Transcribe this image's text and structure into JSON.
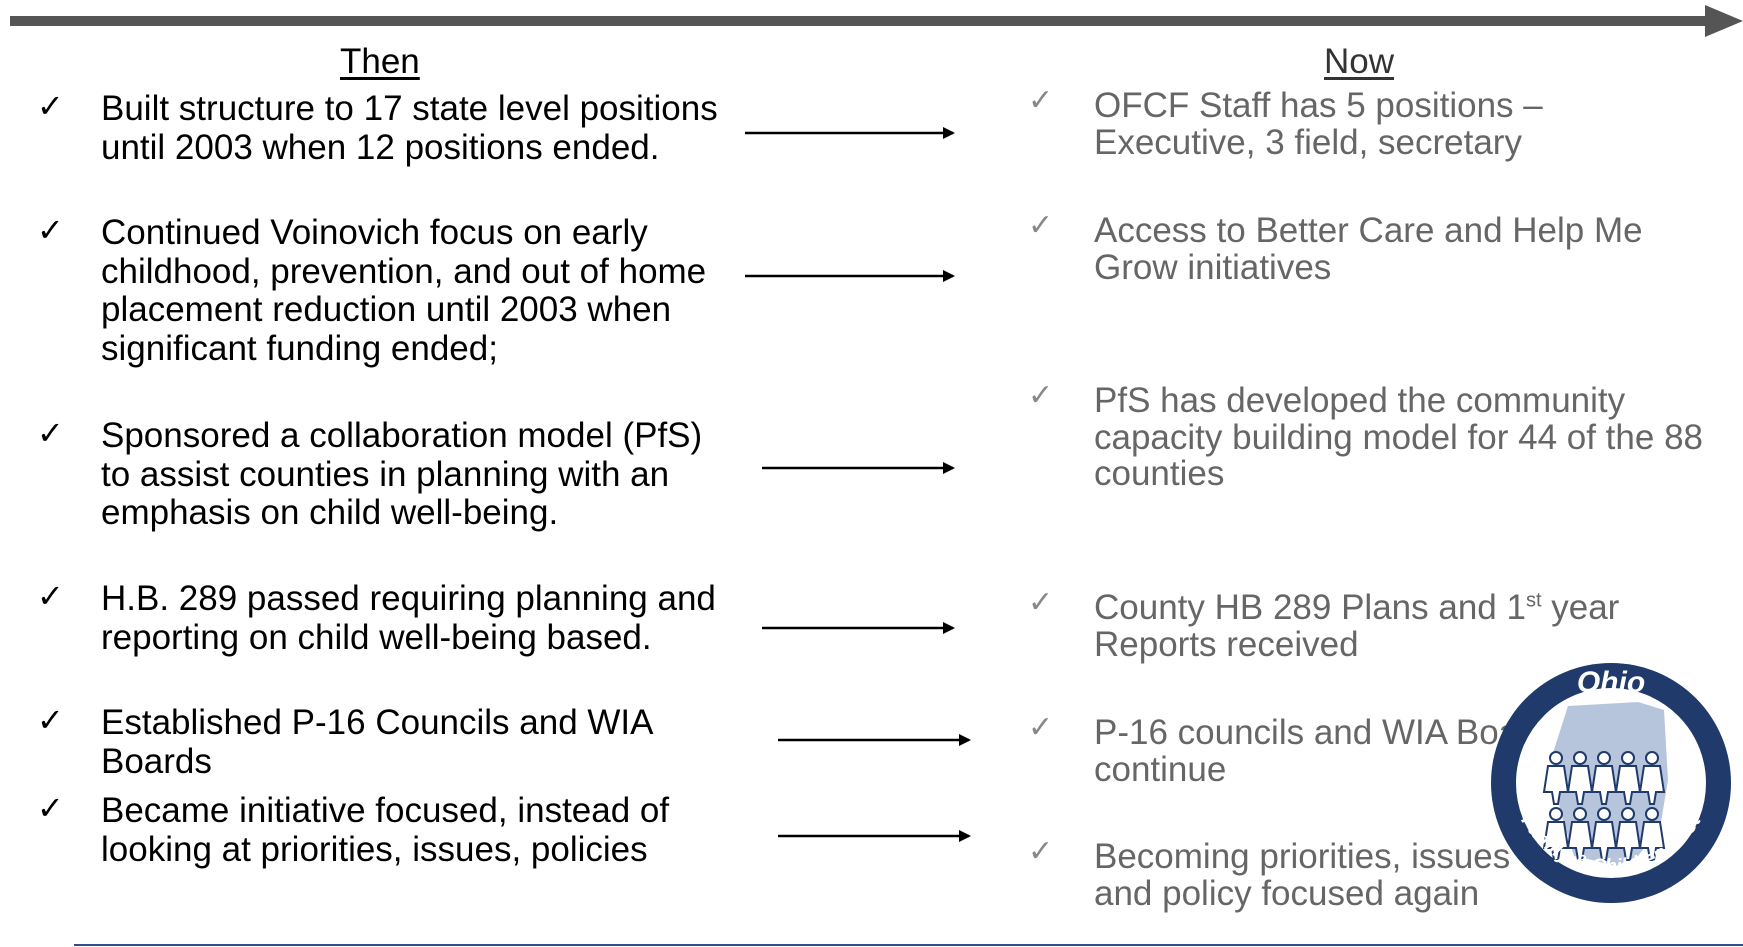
{
  "then": {
    "heading": "Then",
    "items": [
      {
        "text": "Built structure to 17 state level positions until 2003 when 12 positions ended."
      },
      {
        "text": "Continued Voinovich focus on early childhood, prevention, and out of home placement reduction until 2003 when significant funding ended;"
      },
      {
        "text": "Sponsored a collaboration model (PfS) to assist counties in planning with an emphasis on child well-being."
      },
      {
        "text": "H.B. 289 passed requiring planning and reporting on child well-being based."
      },
      {
        "text": "Established P-16 Councils and WIA Boards"
      },
      {
        "text": "Became initiative focused, instead of looking at priorities, issues, policies"
      }
    ]
  },
  "now": {
    "heading": "Now",
    "items": [
      {
        "text": "OFCF Staff has 5 positions – Executive, 3 field, secretary"
      },
      {
        "text": "Access to Better Care and Help Me Grow initiatives"
      },
      {
        "text": "PfS has developed the community capacity building model for 44 of the 88 counties"
      },
      {
        "pre": "County HB 289 Plans and 1",
        "sup": "st",
        "post": " year Reports received"
      },
      {
        "text": "P-16 councils and WIA Boards continue"
      },
      {
        "text": "Becoming priorities, issues and policy focused again"
      }
    ]
  },
  "check_glyph": "✓",
  "logo": {
    "top_text": "Ohio",
    "ring_text": "Family & Children First"
  },
  "colors": {
    "timeline": "#555555",
    "now_text": "#666666",
    "logo_navy": "#1f3a6b",
    "logo_blue": "#2e5a9c",
    "rule": "#2e4d8f"
  }
}
